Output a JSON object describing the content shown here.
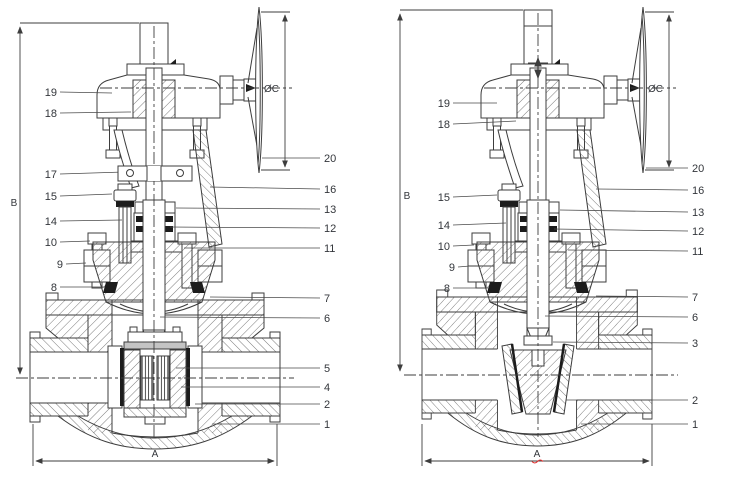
{
  "left_valve": {
    "callouts_left": [
      "19",
      "18",
      "17",
      "15",
      "14",
      "10",
      "9",
      "8"
    ],
    "callouts_right": [
      "20",
      "16",
      "13",
      "12",
      "11",
      "7",
      "6",
      "5",
      "4",
      "2",
      "1"
    ],
    "dim_width": "A",
    "dim_height": "B",
    "dim_handwheel_dia": "ØC"
  },
  "right_valve": {
    "callouts_left": [
      "19",
      "18",
      "15",
      "14",
      "10",
      "9",
      "8"
    ],
    "callouts_right": [
      "20",
      "16",
      "13",
      "12",
      "11",
      "7",
      "6",
      "3",
      "2",
      "1"
    ],
    "dim_width": "A",
    "dim_height": "B",
    "dim_handwheel_dia": "ØC"
  },
  "colors": {
    "line": "#3d3d3d",
    "label_text": "#33363b",
    "spellcheck_underline": "#e03131",
    "background": "#ffffff"
  }
}
